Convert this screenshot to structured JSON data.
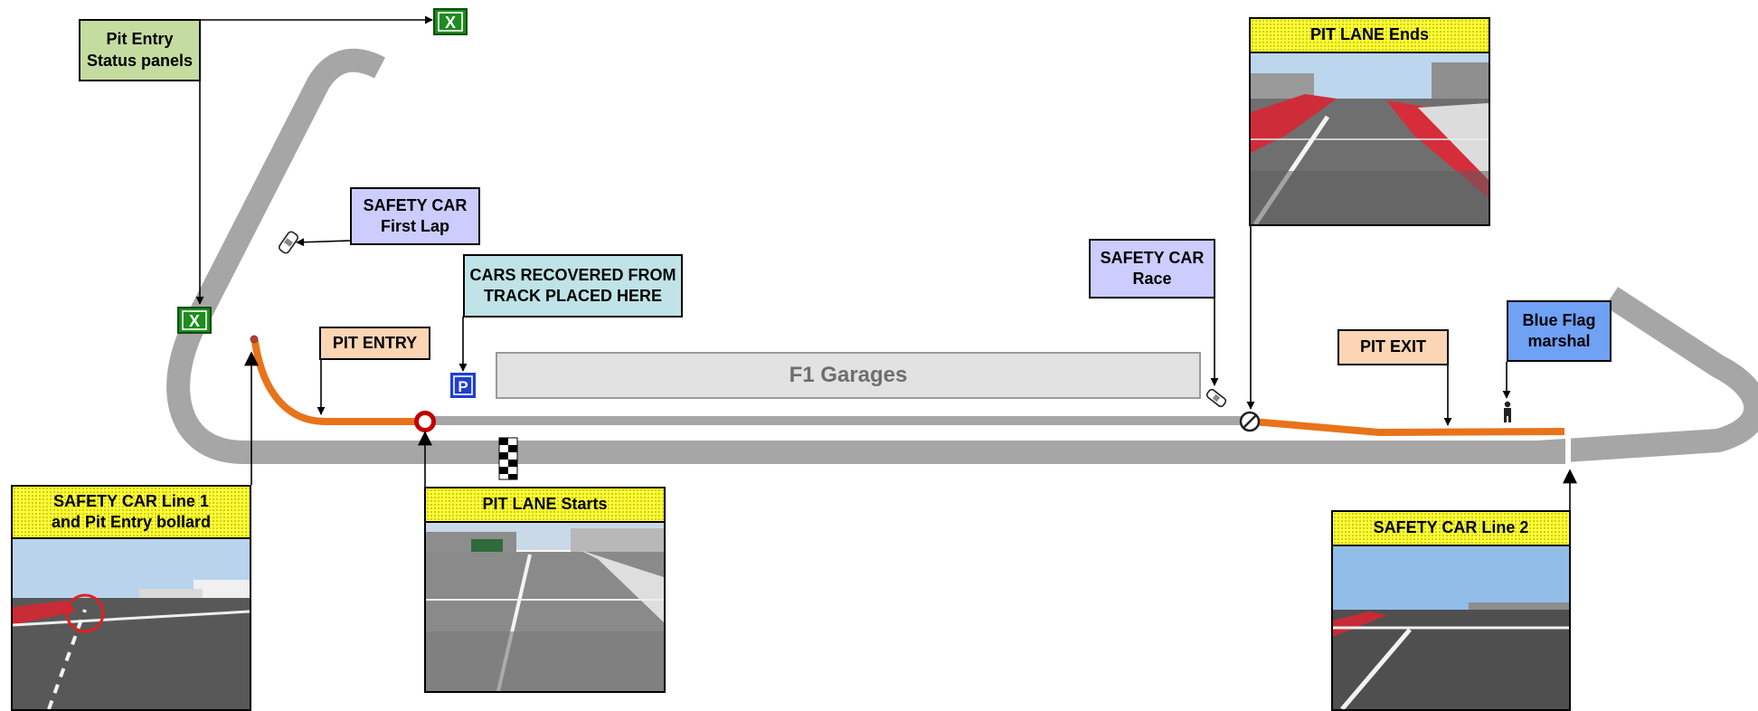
{
  "labels": {
    "pit_entry_status": "Pit Entry\nStatus panels",
    "safety_car_first_lap": "SAFETY CAR\nFirst Lap",
    "cars_recovered": "CARS RECOVERED FROM\nTRACK PLACED HERE",
    "pit_entry": "PIT ENTRY",
    "f1_garages": "F1 Garages",
    "safety_car_race": "SAFETY CAR\nRace",
    "pit_lane_ends": "PIT LANE Ends",
    "pit_exit": "PIT EXIT",
    "blue_flag_marshal": "Blue Flag\nmarshal",
    "safety_car_line_1": "SAFETY CAR Line 1\nand Pit Entry bollard",
    "pit_lane_starts": "PIT LANE Starts",
    "safety_car_line_2": "SAFETY CAR Line 2"
  },
  "icons": {
    "status_panel": "X",
    "parking": "P"
  },
  "colors": {
    "track": "#a6a6a6",
    "pit_lane": "#e8731a",
    "status_panel": "#1e8c1e",
    "parking": "#1f3fd1",
    "label_blue": "#ccccff",
    "label_green": "#c5dca0",
    "label_cyan": "#bfe3e6",
    "label_orange": "#fcd5b4",
    "label_flag_blue": "#6fa1f5",
    "label_header_yellow": "#ffff33"
  }
}
